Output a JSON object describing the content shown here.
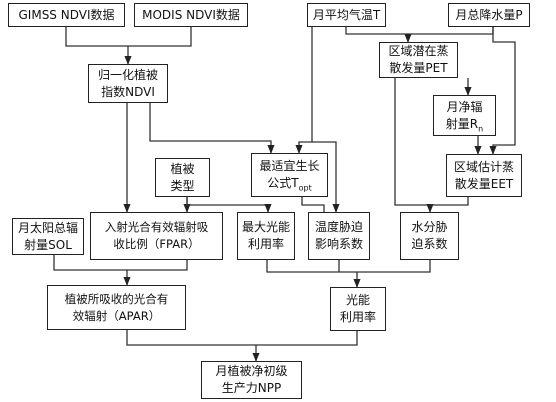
{
  "nodes": {
    "gimss": {
      "lines": [
        "GIMSS NDVI数据"
      ]
    },
    "modis": {
      "lines": [
        "MODIS NDVI数据"
      ]
    },
    "temp": {
      "lines": [
        "月平均气温T"
      ]
    },
    "precip": {
      "lines": [
        "月总降水量P"
      ]
    },
    "ndvi": {
      "lines": [
        "归一化植被",
        "指数NDVI"
      ]
    },
    "pet": {
      "lines": [
        "区域潜在蒸",
        "散发量PET"
      ]
    },
    "rn": {
      "main": "月净辐",
      "second": "射量R",
      "sub": "n"
    },
    "veg": {
      "lines": [
        "植被",
        "类型"
      ]
    },
    "topt": {
      "main": "最适宜生长",
      "second": "公式T",
      "sub": "opt"
    },
    "eet": {
      "lines": [
        "区域估计蒸",
        "散发量EET"
      ]
    },
    "sol": {
      "lines": [
        "月太阳总辐",
        "射量SOL"
      ]
    },
    "fpar": {
      "lines": [
        "入射光合有效辐射吸",
        "收比例（FPAR）"
      ]
    },
    "emax": {
      "lines": [
        "最大光能",
        "利用率"
      ]
    },
    "tstress": {
      "lines": [
        "温度胁迫",
        "影响系数"
      ]
    },
    "wstress": {
      "lines": [
        "水分胁",
        "迫系数"
      ]
    },
    "apar": {
      "lines": [
        "植被所吸收的光合有",
        "效辐射（APAR）"
      ]
    },
    "lue": {
      "lines": [
        "光能",
        "利用率"
      ]
    },
    "npp": {
      "lines": [
        "月植被净初级",
        "生产力NPP"
      ]
    }
  }
}
